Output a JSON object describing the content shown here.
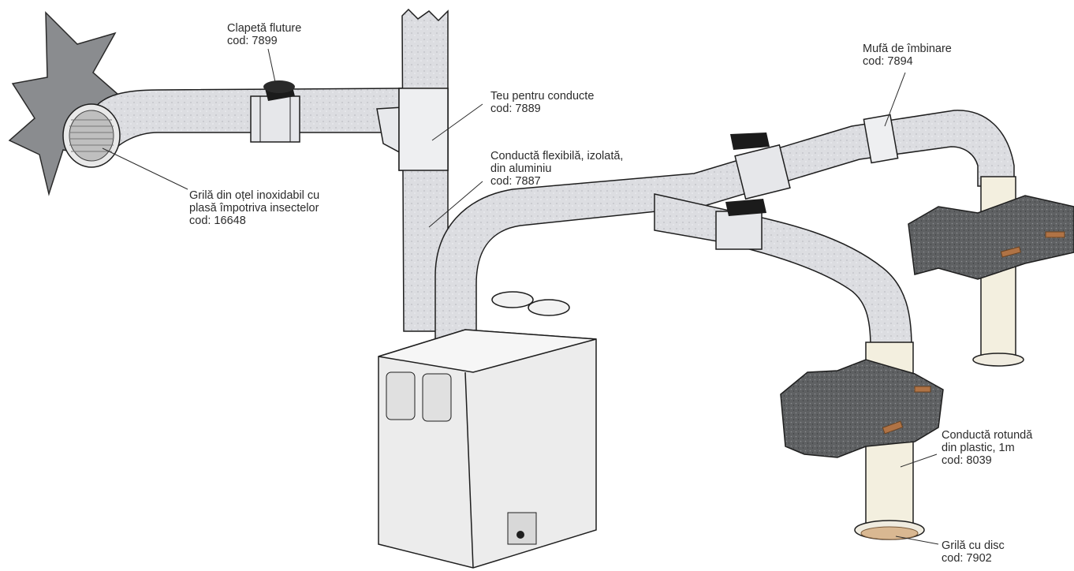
{
  "labels": {
    "clapeta": {
      "line1": "Clapetă fluture",
      "line2": "cod: 7899"
    },
    "teu": {
      "line1": "Teu pentru conducte",
      "line2": "cod: 7889"
    },
    "flexibila": {
      "line1": "Conductă flexibilă, izolată,",
      "line2": "din aluminiu",
      "line3": "cod: 7887"
    },
    "grila_inox": {
      "line1": "Grilă din oțel inoxidabil cu",
      "line2": "plasă împotriva insectelor",
      "line3": "cod: 16648"
    },
    "mufa": {
      "line1": "Mufă de îmbinare",
      "line2": "cod: 7894"
    },
    "rotunda": {
      "line1": "Conductă rotundă",
      "line2": "din plastic, 1m",
      "line3": "cod: 8039"
    },
    "grila_disc": {
      "line1": "Grilă cu disc",
      "line2": "cod: 7902"
    }
  },
  "colors": {
    "duct_insulated": "#d9dade",
    "duct_outline": "#1e1e1e",
    "wall": "#8a8c8f",
    "concrete": "#5c5e60",
    "plastic_pipe": "#f3efdf",
    "unit_body": "#ececec",
    "damper": "#1b1b1b",
    "copper": "#b07345"
  }
}
